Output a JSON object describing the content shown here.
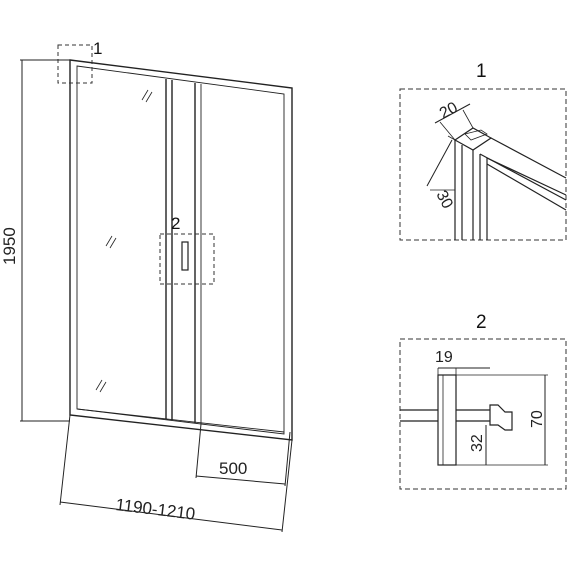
{
  "dimensions": {
    "height": "1950",
    "width_range": "1190-1210",
    "door_width": "500"
  },
  "callouts": {
    "detail_1": "1",
    "detail_2": "2"
  },
  "detail_1": {
    "title": "1",
    "dim_a": "20",
    "dim_b": "30"
  },
  "detail_2": {
    "title": "2",
    "dim_a": "19",
    "dim_b": "70",
    "dim_c": "32"
  },
  "colors": {
    "line": "#222222",
    "dashed": "#333333"
  }
}
